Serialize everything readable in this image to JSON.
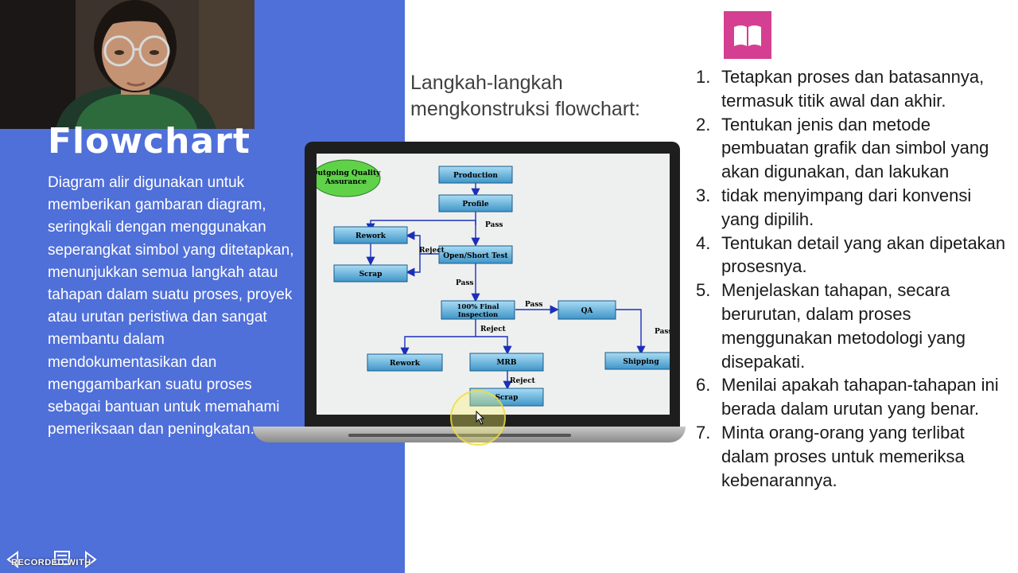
{
  "slide": {
    "title": "Flowchart",
    "description": "Diagram alir digunakan untuk memberikan gambaran diagram, seringkali dengan menggunakan seperangkat simbol yang ditetapkan, menunjukkan semua langkah atau tahapan dalam suatu proses, proyek atau urutan peristiwa dan sangat membantu dalam mendokumentasikan dan menggambarkan suatu proses sebagai bantuan untuk memahami pemeriksaan dan peningkatan.",
    "heading": "Langkah-langkah mengkonstruksi flowchart:"
  },
  "flowchart": {
    "oval": "Outgoing Quality Assurance",
    "production": "Production",
    "profile": "Profile",
    "open_short": "Open/Short Test",
    "rework_top": "Rework",
    "scrap_top": "Scrap",
    "final_1": "100% Final",
    "final_2": "Inspection",
    "qa": "QA",
    "rework_bottom": "Rework",
    "mrb": "MRB",
    "shipping": "Shipping",
    "scrap_bottom": "Scrap",
    "pass": "Pass",
    "reject": "Reject"
  },
  "steps": [
    {
      "num": "1.",
      "text": "Tetapkan proses dan batasannya, termasuk titik awal dan akhir."
    },
    {
      "num": "2.",
      "text": "Tentukan jenis dan metode pembuatan grafik dan simbol yang akan digunakan, dan lakukan"
    },
    {
      "num": "3.",
      "text": "tidak menyimpang dari konvensi yang dipilih."
    },
    {
      "num": "4.",
      "text": "Tentukan detail yang akan dipetakan prosesnya."
    },
    {
      "num": "5.",
      "text": "Menjelaskan tahapan, secara berurutan, dalam proses menggunakan metodologi yang disepakati."
    },
    {
      "num": "6.",
      "text": "Menilai apakah tahapan-tahapan ini berada dalam urutan yang benar."
    },
    {
      "num": "7.",
      "text": "Minta orang-orang yang terlibat dalam proses untuk memeriksa kebenarannya."
    }
  ],
  "recorder": {
    "label": "RECORDED WITH"
  },
  "icons": {
    "book": "book-icon",
    "prev": "arrow-left-icon",
    "next": "arrow-right-icon"
  },
  "colors": {
    "left_panel": "#4f6fd9",
    "book_icon_bg": "#d53f92",
    "flow_box": "#5aa9d6",
    "flow_oval": "#5fd24a"
  }
}
